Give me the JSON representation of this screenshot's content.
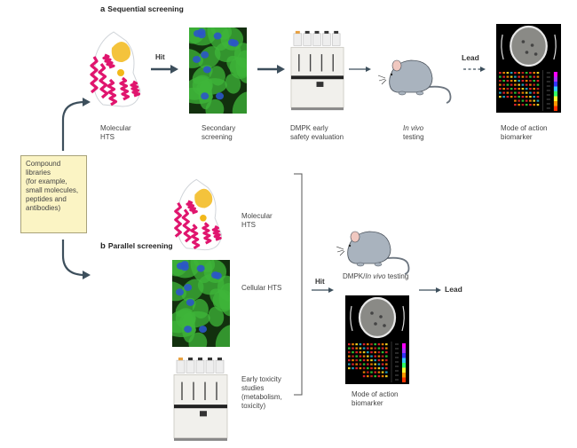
{
  "compound_box": {
    "lines": [
      "Compound",
      "libraries",
      "(for example,",
      "small molecules,",
      "peptides and",
      "antibodies)"
    ]
  },
  "panel_a": {
    "letter": "a",
    "title": "Sequential screening",
    "steps": [
      {
        "id": "molecular-hts",
        "image": "protein-structure-icon",
        "label_lines": [
          "Molecular",
          "HTS"
        ]
      },
      {
        "id": "secondary-screening",
        "image": "cell-fluorescence-image",
        "label_lines": [
          "Secondary",
          "screening"
        ]
      },
      {
        "id": "dmpk-early-safety",
        "image": "lab-instrument-icon",
        "label_lines": [
          "DMPK early",
          "safety evaluation"
        ]
      },
      {
        "id": "in-vivo-testing",
        "image": "mouse-icon",
        "label_lines": [
          "In vivo",
          "testing"
        ]
      },
      {
        "id": "mode-of-action-biomarker",
        "image": "brain-scan-heatmap-image",
        "label_lines": [
          "Mode of action",
          "biomarker"
        ]
      }
    ],
    "arrows": [
      {
        "from": "molecular-hts",
        "to": "secondary-screening",
        "label": "Hit",
        "style": "bold"
      },
      {
        "from": "secondary-screening",
        "to": "dmpk-early-safety",
        "label": "",
        "style": "bold"
      },
      {
        "from": "dmpk-early-safety",
        "to": "in-vivo-testing",
        "label": "",
        "style": "thin"
      },
      {
        "from": "in-vivo-testing",
        "to": "mode-of-action-biomarker",
        "label": "Lead",
        "style": "dashed"
      }
    ]
  },
  "panel_b": {
    "letter": "b",
    "title": "Parallel screening",
    "parallel_steps": [
      {
        "id": "molecular-hts",
        "image": "protein-structure-icon",
        "label_lines": [
          "Molecular",
          "HTS"
        ]
      },
      {
        "id": "cellular-hts",
        "image": "cell-fluorescence-image",
        "label_lines": [
          "Cellular HTS"
        ]
      },
      {
        "id": "early-toxicity",
        "image": "lab-instrument-icon",
        "label_lines": [
          "Early toxicity",
          "studies",
          "(metabolism,",
          "toxicity)"
        ]
      }
    ],
    "hit_label": "Hit",
    "dmpk_label_prefix": "DMPK/",
    "dmpk_label_italic": "In vivo",
    "dmpk_label_suffix": " testing",
    "biomarker_label_lines": [
      "Mode of action",
      "biomarker"
    ],
    "lead_label": "Lead"
  },
  "colors": {
    "arrow": "#3d4f5c",
    "compound_box_fill": "#fbf4c4",
    "protein_helix": "#e0156e",
    "protein_sheet": "#f2b81a",
    "cell_green": "#3fb53a",
    "cell_nucleus": "#2b56c8",
    "mouse_body": "#a9b3be",
    "mouse_ear": "#f0c8c0"
  }
}
